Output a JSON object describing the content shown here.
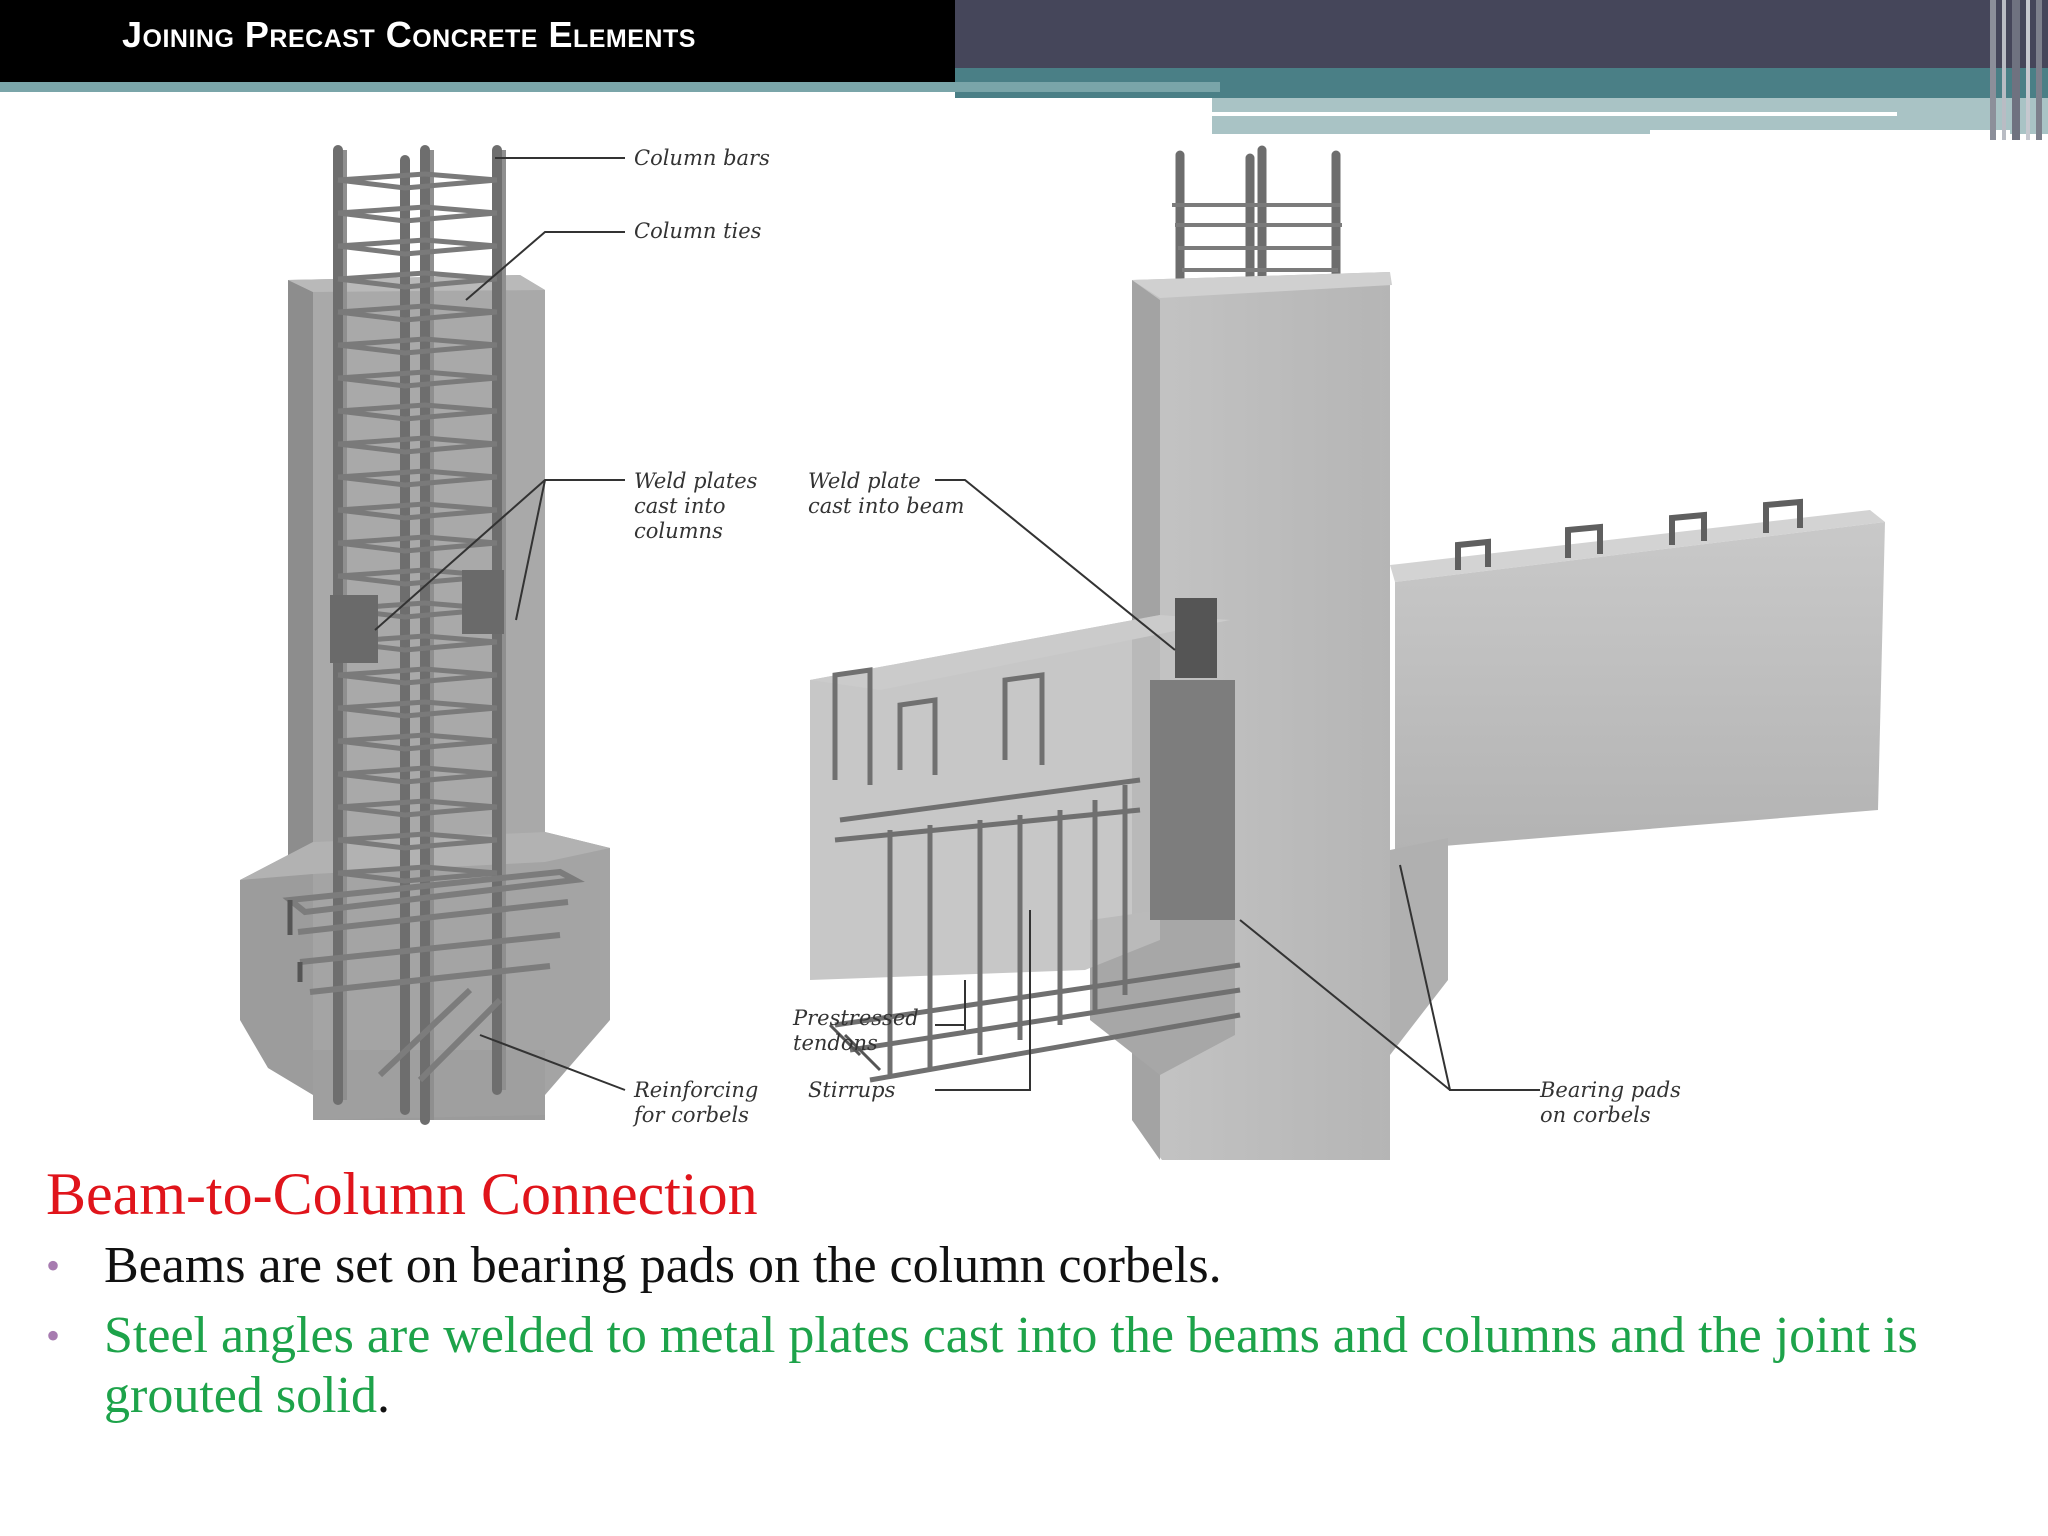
{
  "header": {
    "title": "Joining Precast Concrete Elements"
  },
  "illustration": {
    "labels": {
      "column_bars": "Column bars",
      "column_ties": "Column ties",
      "weld_plates_columns": [
        "Weld plates",
        "cast into",
        "columns"
      ],
      "weld_plate_beam": [
        "Weld plate",
        "cast into beam"
      ],
      "prestressed_tendons": [
        "Prestressed",
        "tendons"
      ],
      "reinforcing_corbels": [
        "Reinforcing",
        "for corbels"
      ],
      "stirrups": "Stirrups",
      "bearing_pads": [
        "Bearing pads",
        "on corbels"
      ]
    }
  },
  "content": {
    "heading": "Beam-to-Column Connection",
    "bullets": [
      {
        "text": "Beams are set on bearing pads on the column corbels."
      },
      {
        "text": "Steel angles are welded to metal plates cast into the beams and columns and the joint is grouted solid",
        "trailing": "."
      }
    ]
  },
  "colors": {
    "heading": "#e0141b",
    "bullet_1": "#111111",
    "bullet_2": "#1da34a",
    "bullet_marker": "#a77bb0"
  }
}
